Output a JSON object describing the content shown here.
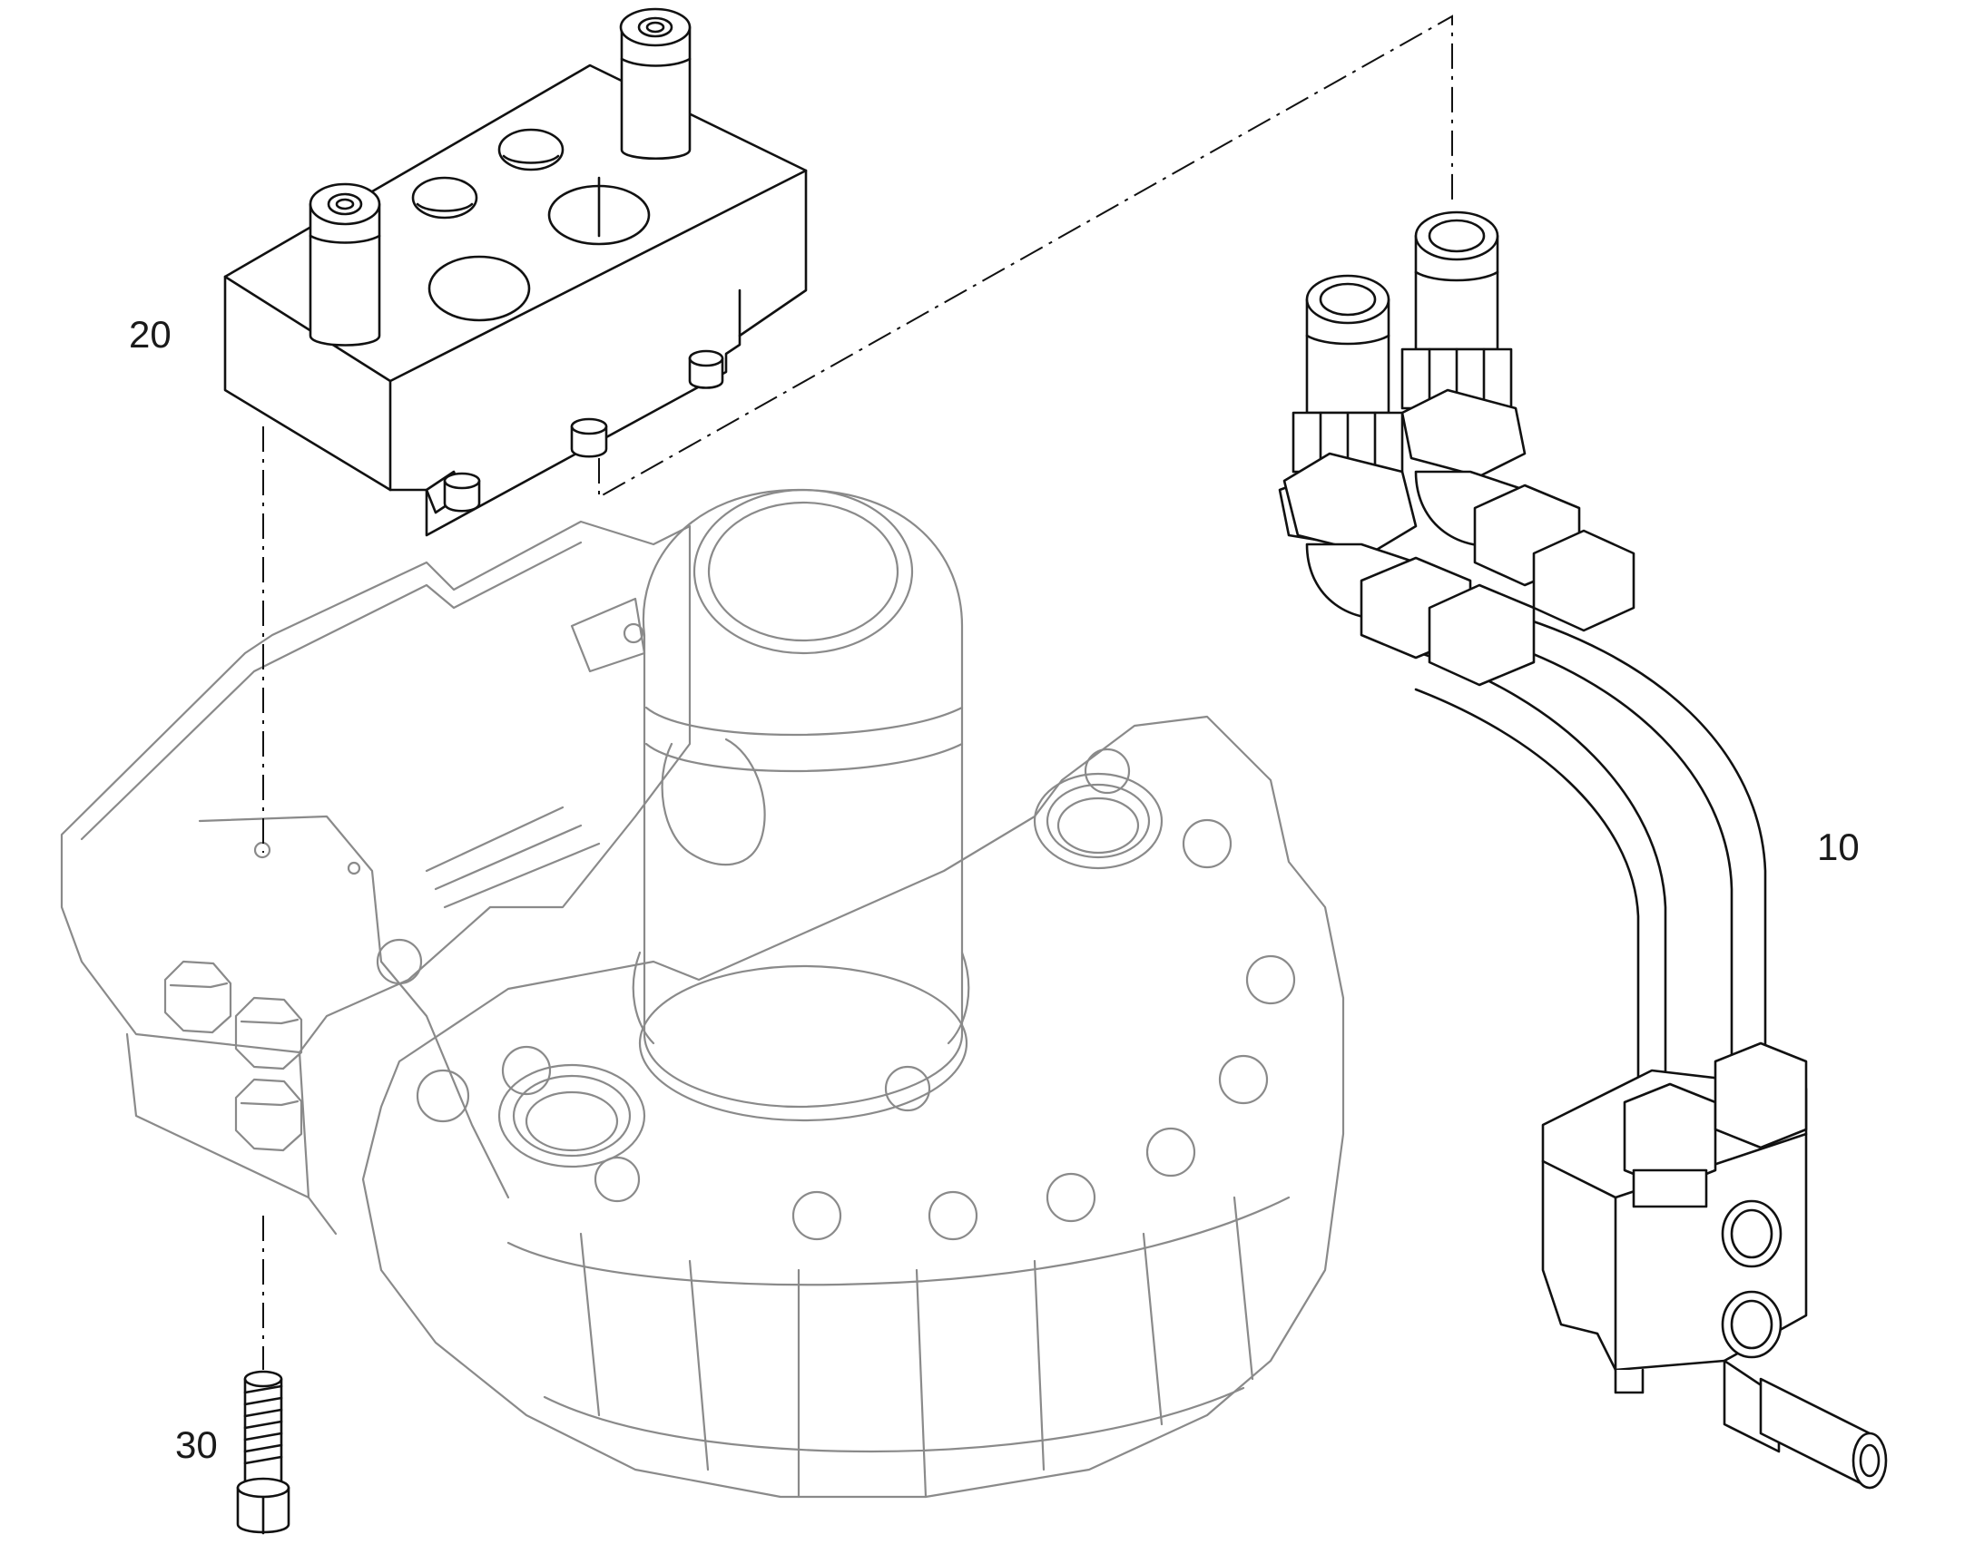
{
  "callouts": {
    "part_10": "10",
    "part_20": "20",
    "part_30": "30"
  },
  "colors": {
    "line": "#111111",
    "ghost_line": "#8a8a8a",
    "background": "#ffffff"
  }
}
